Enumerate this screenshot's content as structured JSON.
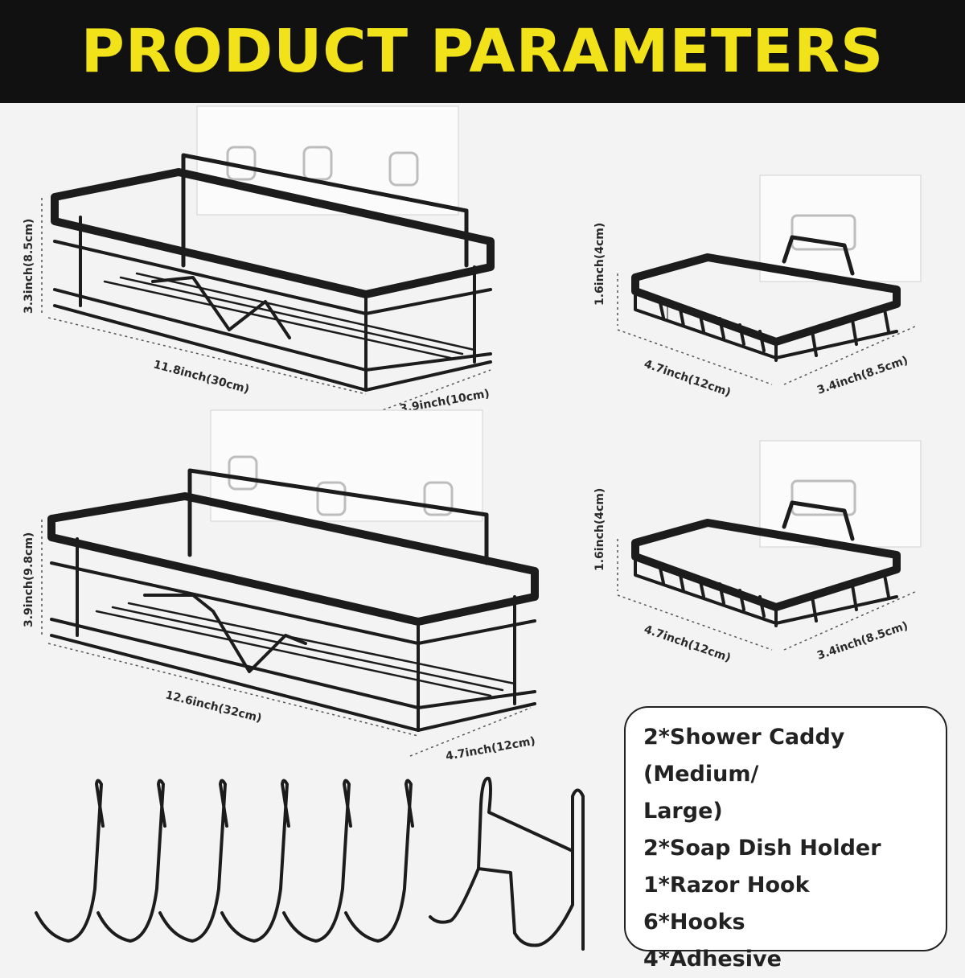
{
  "header": {
    "title": "PRODUCT PARAMETERS"
  },
  "caddy_medium": {
    "height": "3.3inch(8.5cm)",
    "length": "11.8inch(30cm)",
    "depth": "3.9inch(10cm)"
  },
  "caddy_large": {
    "height": "3.9inch(9.8cm)",
    "length": "12.6inch(32cm)",
    "depth": "4.7inch(12cm)"
  },
  "soap_dish_top": {
    "height": "1.6inch(4cm)",
    "length": "4.7inch(12cm)",
    "depth": "3.4inch(8.5cm)"
  },
  "soap_dish_bottom": {
    "height": "1.6inch(4cm)",
    "length": "4.7inch(12cm)",
    "depth": "3.4inch(8.5cm)"
  },
  "contents": [
    "2*Shower Caddy (Medium/",
    "Large)",
    "2*Soap Dish Holder",
    "1*Razor Hook",
    "6*Hooks",
    "4*Adhesive"
  ],
  "colors": {
    "banner_bg": "#111111",
    "banner_text": "#f2e21a",
    "metal": "#1c1c1c"
  }
}
